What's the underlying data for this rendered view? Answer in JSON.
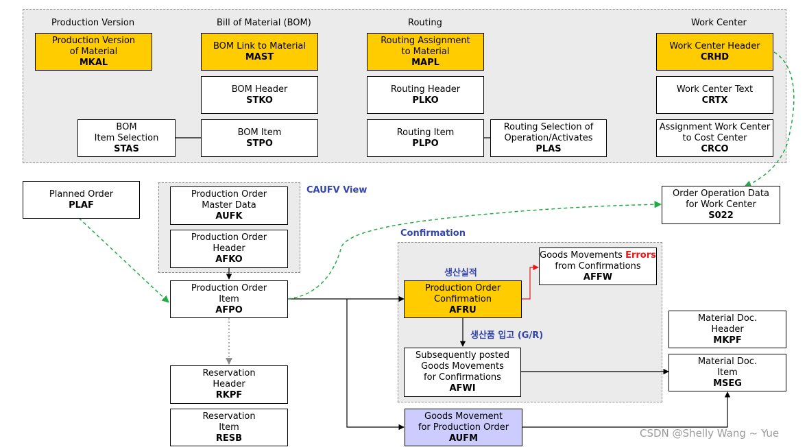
{
  "groups": {
    "master": {
      "production_version_title": "Production Version",
      "bom_title": "Bill of Material (BOM)",
      "routing_title": "Routing",
      "work_center_title": "Work Center"
    },
    "caufv": {
      "title": "CAUFV View"
    },
    "confirmation": {
      "title": "Confirmation"
    }
  },
  "nodes": {
    "mkal": {
      "line1": "Production Version",
      "line2": "of Material",
      "code": "MKAL",
      "color": "#ffcc00"
    },
    "mast": {
      "line1": "BOM Link to Material",
      "code": "MAST",
      "color": "#ffcc00"
    },
    "stko": {
      "line1": "BOM Header",
      "code": "STKO"
    },
    "stpo": {
      "line1": "BOM Item",
      "code": "STPO"
    },
    "stas": {
      "line1": "BOM",
      "line2": "Item Selection",
      "code": "STAS"
    },
    "mapl": {
      "line1": "Routing Assignment",
      "line2": "to Material",
      "code": "MAPL",
      "color": "#ffcc00"
    },
    "plko": {
      "line1": "Routing Header",
      "code": "PLKO"
    },
    "plpo": {
      "line1": "Routing Item",
      "code": "PLPO"
    },
    "plas": {
      "line1": "Routing Selection of",
      "line2": "Operation/Activates",
      "code": "PLAS"
    },
    "crhd": {
      "line1": "Work Center Header",
      "code": "CRHD",
      "color": "#ffcc00"
    },
    "crtx": {
      "line1": "Work Center Text",
      "code": "CRTX"
    },
    "crco": {
      "line1": "Assignment Work Center",
      "line2": "to Cost Center",
      "code": "CRCO"
    },
    "plaf": {
      "line1": "Planned Order",
      "code": "PLAF"
    },
    "aufk": {
      "line1": "Production Order",
      "line2": "Master Data",
      "code": "AUFK"
    },
    "afko": {
      "line1": "Production Order",
      "line2": "Header",
      "code": "AFKO"
    },
    "afpo": {
      "line1": "Production Order",
      "line2": "Item",
      "code": "AFPO"
    },
    "s022": {
      "line1": "Order Operation Data",
      "line2": "for Work Center",
      "code": "S022"
    },
    "affw": {
      "line1_prefix": "Goods Movements",
      "line1_em": "Errors",
      "line2": "from Confirmations",
      "code": "AFFW"
    },
    "afru": {
      "line1": "Production Order",
      "line2": "Confirmation",
      "code": "AFRU",
      "color": "#ffcc00"
    },
    "afwi": {
      "line1": "Subsequently posted",
      "line2": "Goods Movements",
      "line3": "for Confirmations",
      "code": "AFWI"
    },
    "mkpf": {
      "line1": "Material Doc.",
      "line2": "Header",
      "code": "MKPF"
    },
    "mseg": {
      "line1": "Material Doc.",
      "line2": "Item",
      "code": "MSEG"
    },
    "rkpf": {
      "line1": "Reservation",
      "line2": "Header",
      "code": "RKPF"
    },
    "resb": {
      "line1": "Reservation",
      "line2": "Item",
      "code": "RESB"
    },
    "aufm": {
      "line1": "Goods Movement",
      "line2": "for Production Order",
      "code": "AUFM",
      "color": "#ccccff"
    }
  },
  "notes": {
    "production_result": "생산실적",
    "goods_receipt": "생산품 입고 (G/R)"
  },
  "watermark": "CSDN @Shelly Wang ~ Yue",
  "colors": {
    "highlight": "#ffcc00",
    "goods_movement": "#ccccff",
    "dashed_link": "#22aa44",
    "error_link": "#ee1111",
    "title_blue": "#3344aa"
  }
}
